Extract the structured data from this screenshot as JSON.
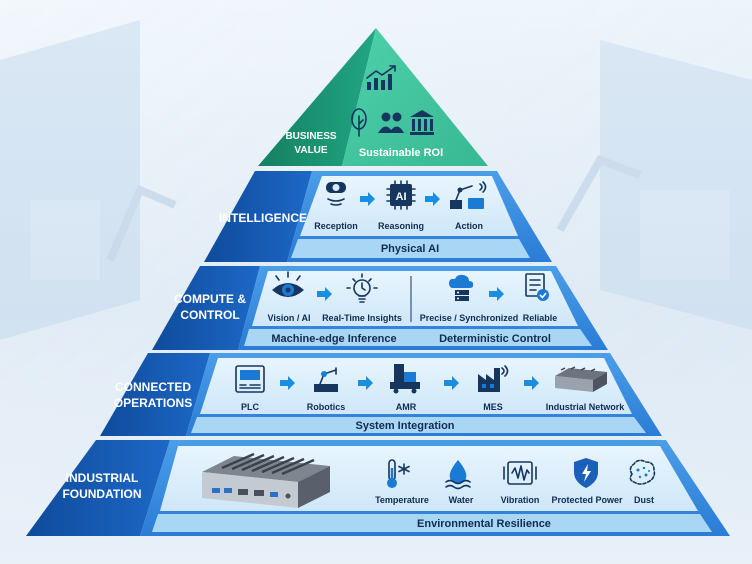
{
  "tiers": {
    "apex": {
      "label_lines": [
        "BUSINESS",
        "VALUE"
      ],
      "items": [],
      "band": "Sustainable ROI",
      "icons": [
        "growth-chart-icon",
        "tree-icon",
        "people-icon",
        "bank-icon"
      ]
    },
    "intelligence": {
      "label_lines": [
        "INTELLIGENCE"
      ],
      "items": [
        "Reception",
        "Reasoning",
        "Action"
      ],
      "band": "Physical AI",
      "icons": [
        "camera-sensor-icon",
        "ai-chip-icon",
        "robot-arm-icon"
      ]
    },
    "compute": {
      "label_lines": [
        "COMPUTE &",
        "CONTROL"
      ],
      "items": [
        "Vision / AI",
        "Real-Time Insights",
        "Precise / Synchronized",
        "Reliable"
      ],
      "bands": [
        "Machine-edge Inference",
        "Deterministic Control"
      ],
      "icons": [
        "eye-icon",
        "lightbulb-icon",
        "cloud-server-icon",
        "checklist-icon"
      ]
    },
    "connected": {
      "label_lines": [
        "CONNECTED",
        "OPERATIONS"
      ],
      "items": [
        "PLC",
        "Robotics",
        "AMR",
        "MES",
        "Industrial Network"
      ],
      "band": "System Integration",
      "icons": [
        "plc-icon",
        "robot-arm-icon",
        "amr-icon",
        "factory-icon",
        "network-device-icon"
      ]
    },
    "foundation": {
      "label_lines": [
        "INDUSTRIAL",
        "FOUNDATION"
      ],
      "items": [
        "Temperature",
        "Water",
        "Vibration",
        "Protected Power",
        "Dust"
      ],
      "band": "Environmental Resilience",
      "icons": [
        "edge-computer-icon",
        "thermometer-snowflake-icon",
        "water-drop-icon",
        "vibration-icon",
        "shield-bolt-icon",
        "dust-icon"
      ]
    }
  },
  "colors": {
    "apex_dark": "#1f9a7a",
    "apex_light": "#57d0ad",
    "tier_dark": "#1557b0",
    "tier_light": "#2f86e0",
    "panel": "#d6ecfb",
    "band": "#a9d6f5",
    "icon": "#17365f",
    "accent": "#1a8fe0"
  }
}
